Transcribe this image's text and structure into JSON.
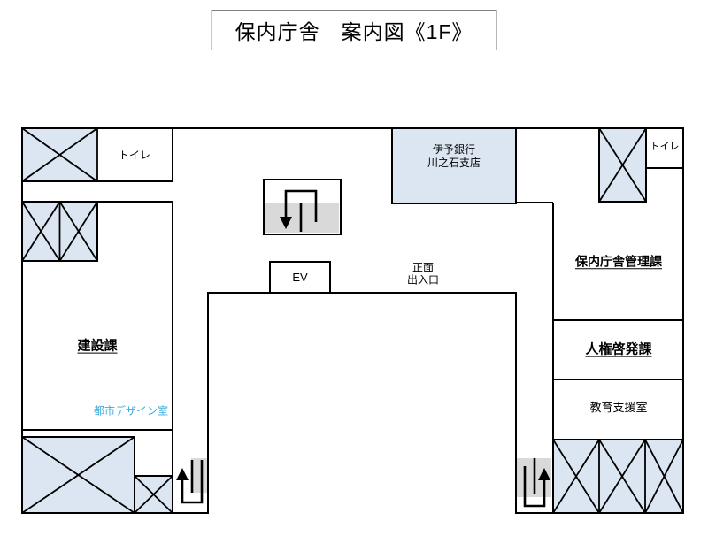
{
  "title": "保内庁舎　案内図《1F》",
  "colors": {
    "room_fill": "#dce6f2",
    "stair_gray": "#d9d9d9",
    "wall": "#000000",
    "accent_text": "#3aabdc"
  },
  "rooms": {
    "toilet_left": {
      "label": "トイレ"
    },
    "toilet_right": {
      "label": "トイレ"
    },
    "bank": {
      "line1": "伊予銀行",
      "line2": "川之石支店"
    },
    "construction": {
      "label": "建設課"
    },
    "urban_design_office": {
      "label": "都市デザイン室"
    },
    "management": {
      "label": "保内庁舎管理課"
    },
    "human_rights": {
      "label": "人権啓発課"
    },
    "education_support": {
      "label": "教育支援室"
    },
    "elevator": {
      "label": "EV"
    },
    "entrance": {
      "line1": "正面",
      "line2": "出入口"
    }
  }
}
